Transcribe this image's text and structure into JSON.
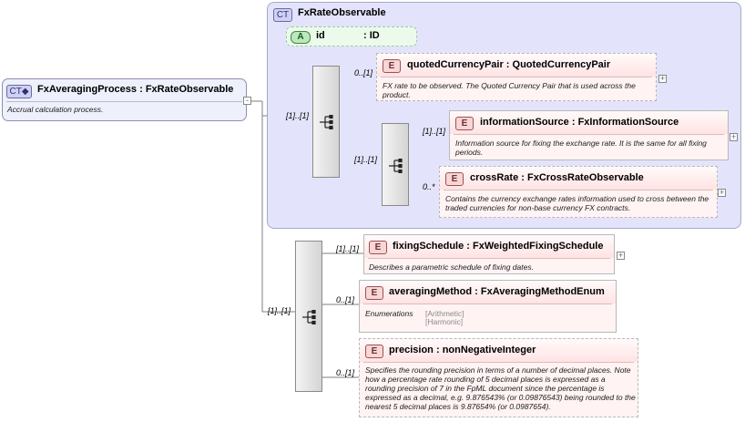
{
  "root": {
    "badge": "CT",
    "name": "FxAveragingProcess",
    "type": "FxRateObservable",
    "description": "Accrual calculation process."
  },
  "ct_group": {
    "badge": "CT",
    "title": "FxRateObservable"
  },
  "attribute": {
    "badge": "A",
    "name": "id",
    "type": ": ID"
  },
  "seq_labels": {
    "root_to_group": "[1]..[1]",
    "group_seq": "[1]..[1]",
    "root_to_lower": "[1]..[1]"
  },
  "elements": {
    "quoted": {
      "badge": "E",
      "name": "quotedCurrencyPair",
      "type": "QuotedCurrencyPair",
      "card": "0..[1]",
      "description": "FX rate to be observed. The Quoted Currency Pair that is used across the product."
    },
    "info": {
      "badge": "E",
      "name": "informationSource",
      "type": "FxInformationSource",
      "card": "[1]..[1]",
      "description": "Information source for fixing the exchange rate. It is the same for all fixing periods."
    },
    "cross": {
      "badge": "E",
      "name": "crossRate",
      "type": "FxCrossRateObservable",
      "card": "0..*",
      "description": "Contains the currency exchange rates information used to cross between the traded currencies for non-base currency FX contracts."
    },
    "fixing": {
      "badge": "E",
      "name": "fixingSchedule",
      "type": "FxWeightedFixingSchedule",
      "card": "[1]..[1]",
      "description": "Describes a parametric schedule of fixing dates."
    },
    "averaging": {
      "badge": "E",
      "name": "averagingMethod",
      "type": "FxAveragingMethodEnum",
      "card": "0..[1]",
      "enum_label": "Enumerations",
      "enum_values": [
        "[Arithmetic]",
        "[Harmonic]"
      ]
    },
    "precision": {
      "badge": "E",
      "name": "precision",
      "type": "nonNegativeInteger",
      "card": "0..[1]",
      "description": "Specifies the rounding precision in terms of a number of decimal places. Note how a percentage rate rounding of 5 decimal places is expressed as a rounding precision of 7 in the FpML document since the percentage is expressed as a decimal, e.g. 9.876543% (or 0.09876543) being rounded to the nearest 5 decimal places is 9.87654% (or 0.0987654)."
    }
  },
  "colors": {
    "complex_type_bg": "#e3e3fb",
    "element_bg": "#fff3f3",
    "attribute_bg": "#ecfaec",
    "connector": "#7f7f7f"
  }
}
